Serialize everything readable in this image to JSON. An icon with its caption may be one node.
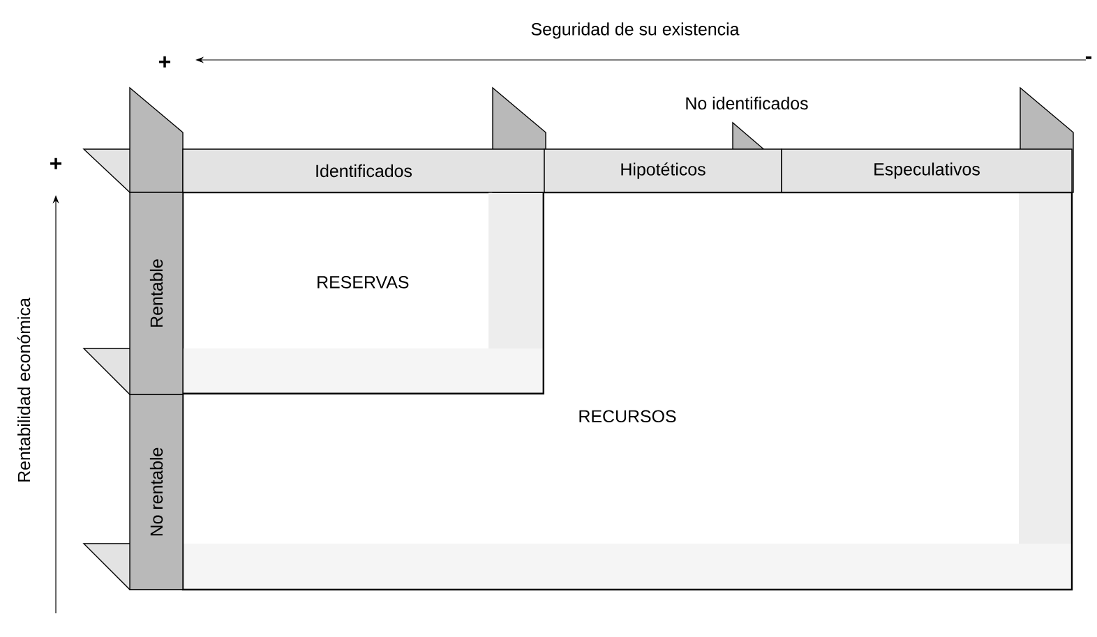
{
  "diagram": {
    "nodes": [
      {
        "text": [
          "RECURSOS"
        ]
      },
      {
        "text": [
          "RESERVAS"
        ],
        "in": 0
      },
      {
        "text": [
          "Identificados"
        ]
      },
      {
        "text": [
          "Hipotéticos"
        ]
      },
      {
        "text": [
          "Especulativos"
        ]
      },
      {
        "text": [
          "Rentable"
        ]
      },
      {
        "text": [
          "No rentable"
        ]
      }
    ],
    "labels": [
      "Seguridad de su existencia",
      "+",
      "-",
      "No identificados",
      "+",
      "Rentabilidad económica"
    ]
  }
}
